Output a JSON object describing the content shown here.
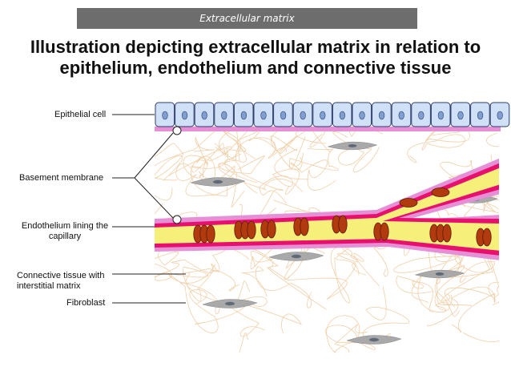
{
  "header": {
    "text": "Extracellular matrix"
  },
  "title": {
    "line1": "Illustration depicting extracellular matrix in relation to",
    "line2": "epithelium, endothelium and connective tissue"
  },
  "labels": {
    "epithelial_cell": "Epithelial cell",
    "basement_membrane": "Basement membrane",
    "endothelium_line1": "Endothelium lining the",
    "endothelium_line2": "capillary",
    "connective_line1": "Connective tissue with",
    "connective_line2": "interstitial matrix",
    "fibroblast": "Fibroblast"
  },
  "colors": {
    "epithelium_fill": "#cfe0f7",
    "nucleus": "#7f9fd3",
    "basement_membrane": "#e58fd6",
    "capillary_wall": "#e8106e",
    "capillary_lumen": "#f6f07a",
    "red_blood_cell": "#b13a0e",
    "fibroblast": "#a9a9a9",
    "fibers": "#f0cfa8"
  }
}
